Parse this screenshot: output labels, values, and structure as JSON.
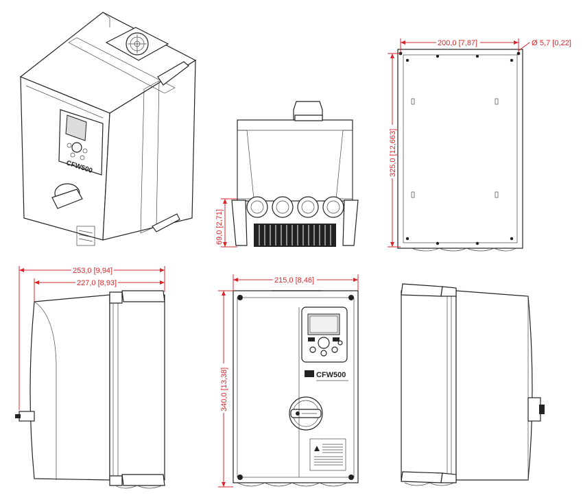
{
  "brand": "CFW500",
  "colors": {
    "dimension": "#d8262a",
    "outline": "#222222"
  },
  "dimensions": {
    "back_width": "200,0 [7,87]",
    "hole_diameter": "5,7 [0,22]",
    "back_height": "325,0 [12,663]",
    "gland_height": "69,0 [2,71]",
    "side_depth_total": "253,0 [9,94]",
    "side_depth_body": "227,0 [8,93]",
    "front_width": "215,0 [8,46]",
    "front_height": "340,0 [13,38]"
  },
  "symbols": {
    "diameter": "Ø"
  }
}
